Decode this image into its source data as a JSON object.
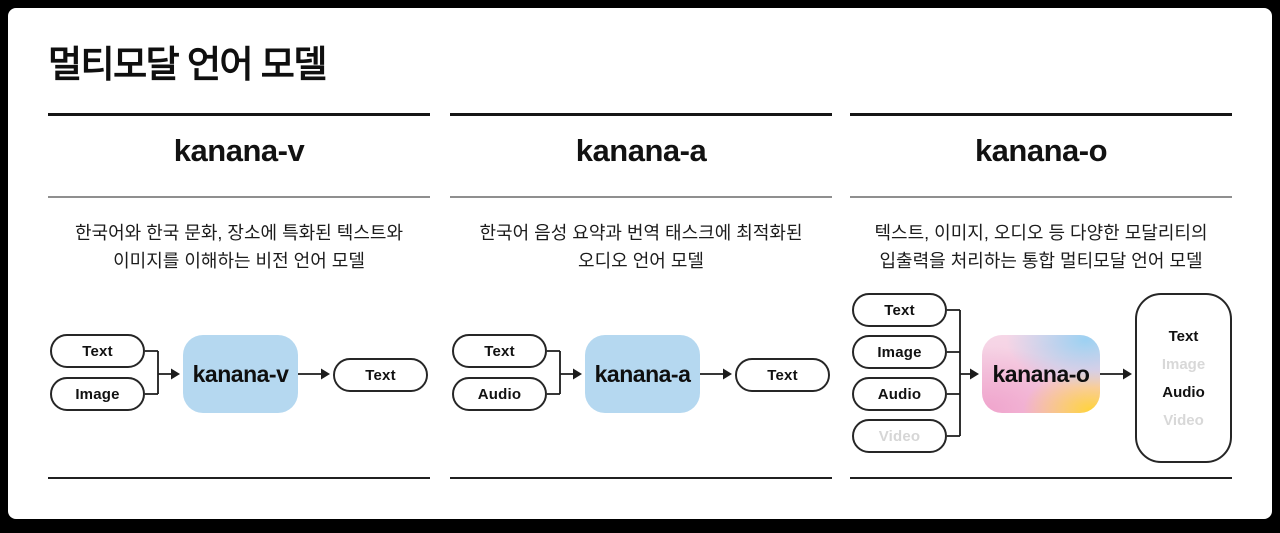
{
  "page": {
    "title": "멀티모달 언어 모델"
  },
  "columns": [
    {
      "name": "kanana-v",
      "description": [
        "한국어와 한국 문화, 장소에 특화된 텍스트와",
        "이미지를 이해하는 비전 언어 모델"
      ],
      "inputs": [
        {
          "label": "Text",
          "muted": false
        },
        {
          "label": "Image",
          "muted": false
        }
      ],
      "model_label": "kanana-v",
      "outputs": [
        {
          "label": "Text",
          "muted": false
        }
      ]
    },
    {
      "name": "kanana-a",
      "description": [
        "한국어 음성 요약과 번역 태스크에 최적화된",
        "오디오 언어 모델"
      ],
      "inputs": [
        {
          "label": "Text",
          "muted": false
        },
        {
          "label": "Audio",
          "muted": false
        }
      ],
      "model_label": "kanana-a",
      "outputs": [
        {
          "label": "Text",
          "muted": false
        }
      ]
    },
    {
      "name": "kanana-o",
      "description": [
        "텍스트, 이미지, 오디오 등 다양한 모달리티의",
        "입출력을 처리하는 통합 멀티모달 언어 모델"
      ],
      "inputs": [
        {
          "label": "Text",
          "muted": false
        },
        {
          "label": "Image",
          "muted": false
        },
        {
          "label": "Audio",
          "muted": false
        },
        {
          "label": "Video",
          "muted": true
        }
      ],
      "model_label": "kanana-o",
      "outputs": [
        {
          "label": "Text",
          "muted": false
        },
        {
          "label": "Image",
          "muted": true
        },
        {
          "label": "Audio",
          "muted": false
        },
        {
          "label": "Video",
          "muted": true
        }
      ]
    }
  ],
  "colors": {
    "frame": "#000000",
    "model_box_blue": "#b5d8f0",
    "gradient_pink": "#f0a5cd",
    "gradient_blue": "#9cd1f2",
    "gradient_yellow": "#ffd33e",
    "muted_text": "#d8d8d8",
    "rule_dark": "#161616",
    "rule_grey": "#8f8f8f"
  }
}
